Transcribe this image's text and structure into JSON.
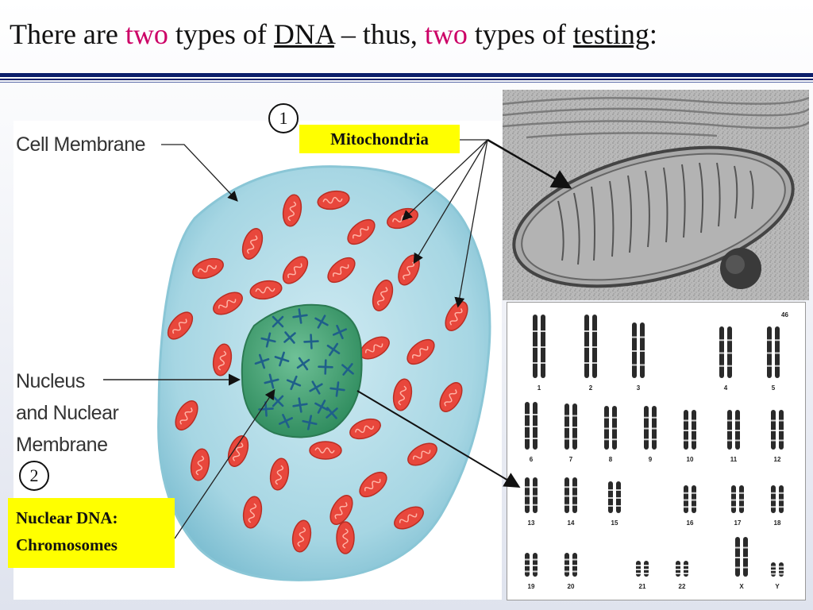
{
  "title": {
    "part1": "There are ",
    "word_two_1": "two",
    "part2": " types of ",
    "word_dna": "DNA",
    "part3": " – thus, ",
    "word_two_2": "two",
    "part4": " types of ",
    "word_testing": "testing",
    "part5": ":",
    "accent_color": "#cc0066"
  },
  "diagram": {
    "cell_membrane_label": "Cell Membrane",
    "nucleus_label_line1": "Nucleus",
    "nucleus_label_line2": "and Nuclear",
    "nucleus_label_line3": "Membrane",
    "marker_1": "1",
    "marker_2": "2",
    "mitochondria_label": "Mitochondria",
    "nuclear_dna_line1": "Nuclear DNA:",
    "nuclear_dna_line2": "Chromosomes",
    "highlight_color": "#ffff00",
    "cell_color": "#a9d8e6",
    "mitochondria_color": "#e8473c",
    "nucleus_color": "#3a9a6a"
  },
  "karyotype": {
    "count_label": "46",
    "labels": [
      "1",
      "2",
      "3",
      "4",
      "5",
      "6",
      "7",
      "8",
      "9",
      "10",
      "11",
      "12",
      "13",
      "14",
      "15",
      "16",
      "17",
      "18",
      "19",
      "20",
      "21",
      "22",
      "X",
      "Y"
    ]
  },
  "rule_color": "#0b1f6b"
}
